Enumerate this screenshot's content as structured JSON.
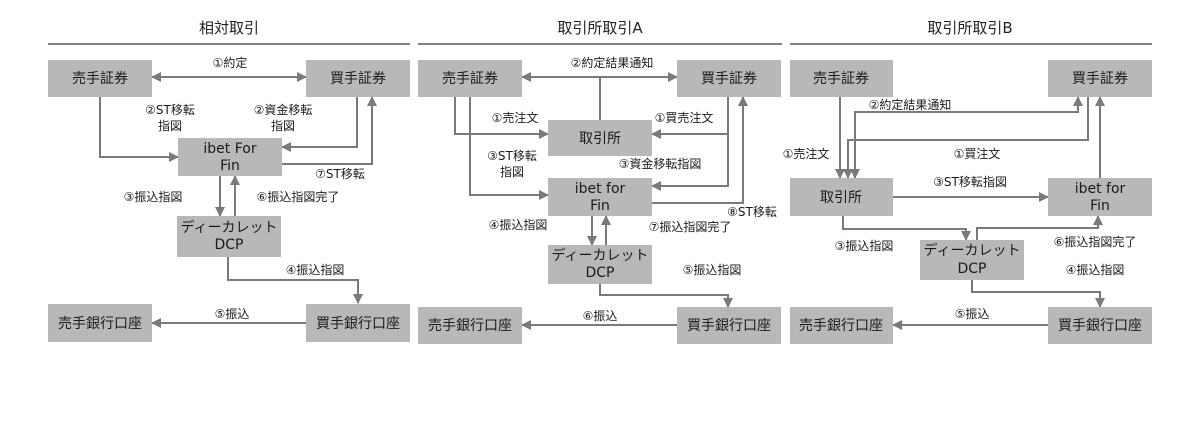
{
  "panels": [
    {
      "title": "相対取引",
      "boxes": {
        "seller": "売手証券",
        "buyer": "買手証券",
        "ibet": [
          "ibet For",
          "Fin"
        ],
        "dcp": [
          "ディーカレット",
          "DCP"
        ],
        "seller_bank": "売手銀行口座",
        "buyer_bank": "買手銀行口座"
      },
      "labels": {
        "yakujo": "①約定",
        "st_instr": [
          "②ST移転",
          "指図"
        ],
        "fund_instr": [
          "②資金移転",
          "指図"
        ],
        "st_move": "⑦ST移転",
        "transfer_instr": "③振込指図",
        "transfer_done": "⑥振込指図完了",
        "transfer_instr2": "④振込指図",
        "transfer": "⑤振込"
      }
    },
    {
      "title": "取引所取引A",
      "boxes": {
        "seller": "売手証券",
        "buyer": "買手証券",
        "exchange": "取引所",
        "ibet": [
          "ibet for",
          "Fin"
        ],
        "dcp": [
          "ディーカレット",
          "DCP"
        ],
        "seller_bank": "売手銀行口座",
        "buyer_bank": "買手銀行口座"
      },
      "labels": {
        "notify": "②約定結果通知",
        "sell_order": "①売注文",
        "buy_order": "①買売注文",
        "st_instr": [
          "③ST移転",
          "指図"
        ],
        "fund_instr": "③資金移転指図",
        "transfer_instr": "④振込指図",
        "transfer_done": "⑦振込指図完了",
        "st_move": "⑧ST移転",
        "transfer_instr2": "⑤振込指図",
        "transfer": "⑥振込"
      }
    },
    {
      "title": "取引所取引B",
      "boxes": {
        "seller": "売手証券",
        "buyer": "買手証券",
        "exchange": "取引所",
        "ibet": [
          "ibet for",
          "Fin"
        ],
        "dcp": [
          "ディーカレット",
          "DCP"
        ],
        "seller_bank": "売手銀行口座",
        "buyer_bank": "買手銀行口座"
      },
      "labels": {
        "notify": "②約定結果通知",
        "sell_order": "①売注文",
        "buy_order": "①買注文",
        "st_instr": "③ST移転指図",
        "transfer_instr": "③振込指図",
        "transfer_done": "⑥振込指図完了",
        "transfer_instr2": "④振込指図",
        "transfer": "⑤振込"
      }
    }
  ]
}
